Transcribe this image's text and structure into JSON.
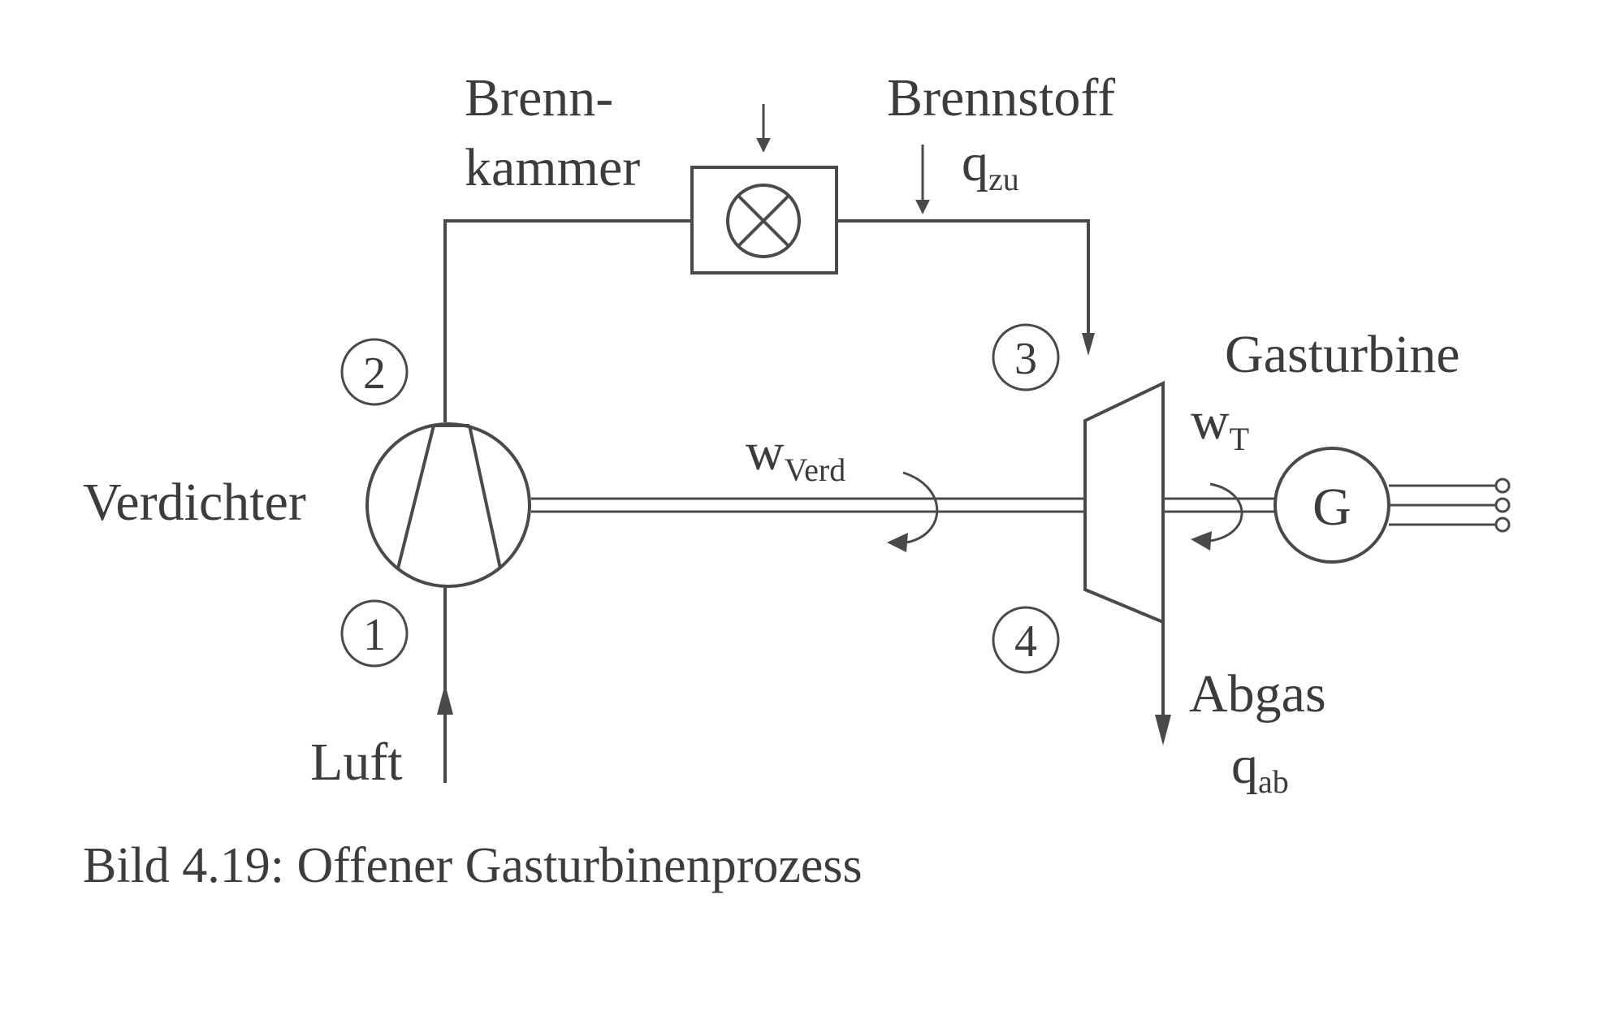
{
  "labels": {
    "brennkammer_line1": "Brenn-",
    "brennkammer_line2": "kammer",
    "brennstoff": "Brennstoff",
    "q_zu_base": "q",
    "q_zu_sub": "zu",
    "gasturbine": "Gasturbine",
    "verdichter": "Verdichter",
    "w_verd_base": "w",
    "w_verd_sub": "Verd",
    "w_t_base": "w",
    "w_t_sub": "T",
    "generator": "G",
    "luft": "Luft",
    "abgas": "Abgas",
    "q_ab_base": "q",
    "q_ab_sub": "ab"
  },
  "states": [
    "1",
    "2",
    "3",
    "4"
  ],
  "caption": "Bild 4.19:  Offener Gasturbinenprozess"
}
